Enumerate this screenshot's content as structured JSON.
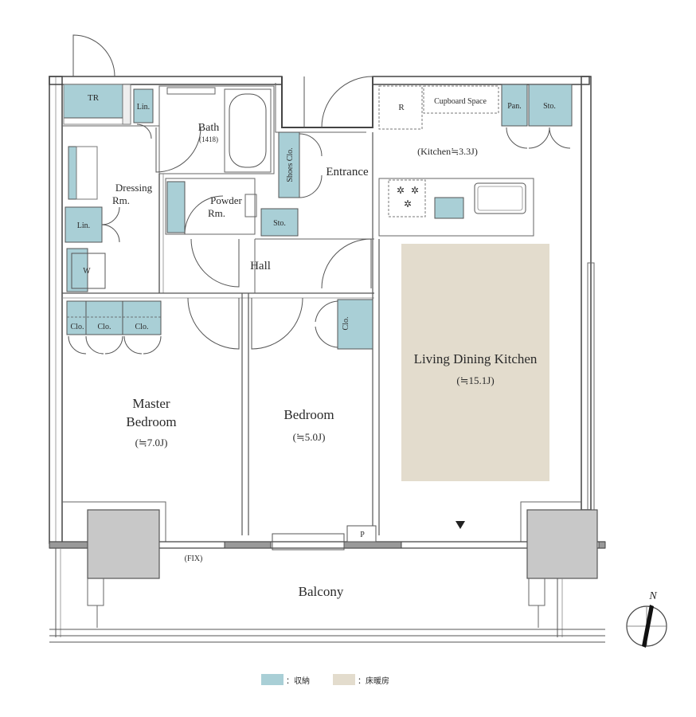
{
  "rooms": {
    "tr": "TR",
    "lin_top": "Lin.",
    "bath": "Bath",
    "bath_size": "(1418)",
    "dressing": "Dressing",
    "dressing_rm": "Rm.",
    "powder": "Powder",
    "powder_rm": "Rm.",
    "lin_mid": "Lin.",
    "w": "W",
    "shoes_clo": "Shoes Clo.",
    "entrance": "Entrance",
    "sto_hall": "Sto.",
    "hall": "Hall",
    "clo1": "Clo.",
    "clo2": "Clo.",
    "clo3": "Clo.",
    "clo_bed": "Clo.",
    "master_line1": "Master",
    "master_line2": "Bedroom",
    "master_size": "(≒7.0J)",
    "bedroom": "Bedroom",
    "bedroom_size": "(≒5.0J)",
    "r": "R",
    "cupboard": "Cupboard Space",
    "pan": "Pan.",
    "sto_kitchen": "Sto.",
    "kitchen_size": "(Kitchen≒3.3J)",
    "ldk": "Living Dining Kitchen",
    "ldk_size": "(≒15.1J)",
    "p": "P",
    "fix": "(FIX)",
    "balcony": "Balcony"
  },
  "compass": {
    "north": "N"
  },
  "legend": {
    "storage_label": "：収納",
    "floor_heating_label": "：床暖房",
    "storage_color": "#a9cfd6",
    "floor_heating_color": "#e3dccd"
  }
}
